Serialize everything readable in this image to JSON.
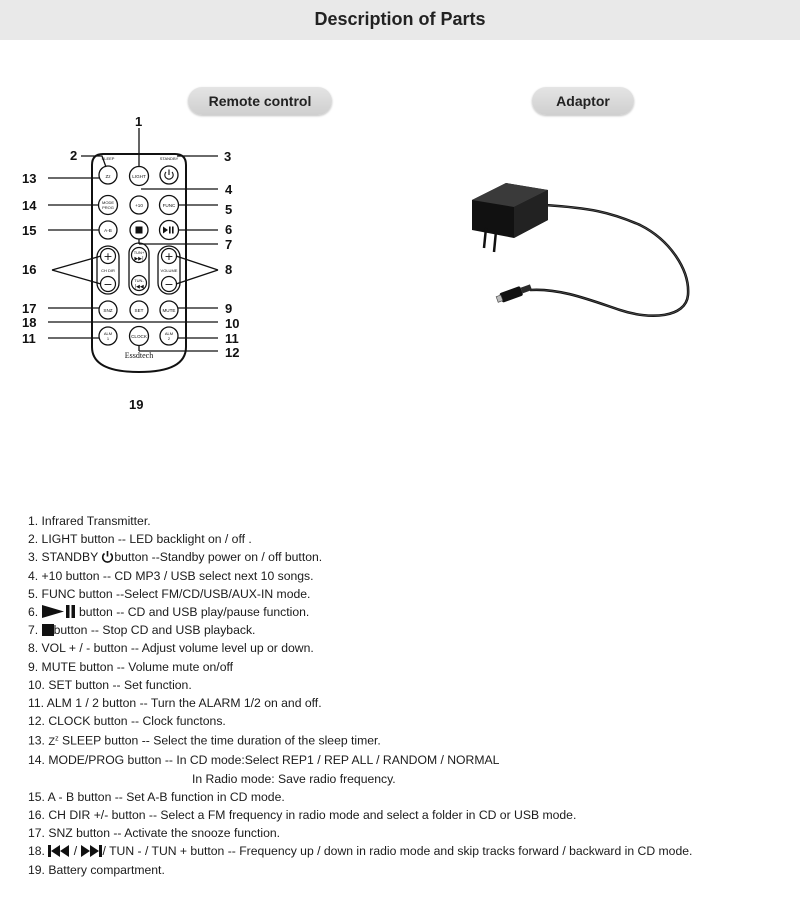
{
  "header": {
    "title": "Description of Parts"
  },
  "sections": {
    "remote_label": "Remote control",
    "adaptor_label": "Adaptor"
  },
  "callouts": {
    "n1": "1",
    "n2": "2",
    "n3": "3",
    "n4": "4",
    "n5": "5",
    "n6": "6",
    "n7": "7",
    "n8": "8",
    "n9": "9",
    "n10": "10",
    "n11a": "11",
    "n11b": "11",
    "n12": "12",
    "n13": "13",
    "n14": "14",
    "n15": "15",
    "n16": "16",
    "n17": "17",
    "n18": "18",
    "n19": "19"
  },
  "remote": {
    "brand": "Essdtech",
    "labels": {
      "sleep": "SLEEP",
      "standby": "STANDBY",
      "light": "LIGHT",
      "mode": "MODE",
      "prog": "PROG",
      "plus10": "+10",
      "func": "FUNC",
      "ab": "A-B",
      "ch_dir": "CH DIR",
      "tun_plus": "TUN+",
      "tun_minus": "TUN-",
      "volume": "VOLUME",
      "snz": "SNZ",
      "set": "SET",
      "mute": "MUTE",
      "alm": "ALM",
      "alm1": "1",
      "alm2": "2",
      "clock": "CLOCK"
    }
  },
  "descriptions": {
    "d1": "1. Infrared Transmitter.",
    "d2": "2. LIGHT button -- LED backlight on / off .",
    "d3_pre": "3. STANDBY ",
    "d3_post": "button --Standby power on / off button.",
    "d4": "4. +10 button -- CD MP3 / USB select next 10 songs.",
    "d5": "5. FUNC button --Select FM/CD/USB/AUX-IN mode.",
    "d6_pre": "6. ",
    "d6_post": " button -- CD and USB play/pause function.",
    "d7_pre": "7. ",
    "d7_post": "button -- Stop CD and USB playback.",
    "d8": "8. VOL + / - button -- Adjust volume level up or down.",
    "d9": "9. MUTE button -- Volume mute on/off",
    "d10": "10. SET button -- Set function.",
    "d11": "11. ALM 1 / 2 button -- Turn the ALARM 1/2 on and off.",
    "d12": "12. CLOCK button -- Clock functons.",
    "d13_pre": "13. ",
    "d13_z": "Z",
    "d13_zsup": "z",
    "d13_post": " SLEEP button -- Select the time duration of the sleep timer.",
    "d14a": "14. MODE/PROG button -- In CD mode:Select  REP1 / REP ALL / RANDOM / NORMAL",
    "d14b": "In Radio mode: Save radio frequency.",
    "d15": "15. A - B button -- Set A-B function in CD mode.",
    "d16": "16. CH DIR +/- button -- Select a FM frequency in radio mode and select a folder in CD or USB mode.",
    "d17": "17. SNZ button -- Activate the snooze function.",
    "d18_pre": "18. ",
    "d18_mid": " / ",
    "d18_post": "/ TUN - / TUN + button -- Frequency up / down in radio mode and skip tracks forward / backward in CD mode.",
    "d19": "19. Battery compartment."
  }
}
